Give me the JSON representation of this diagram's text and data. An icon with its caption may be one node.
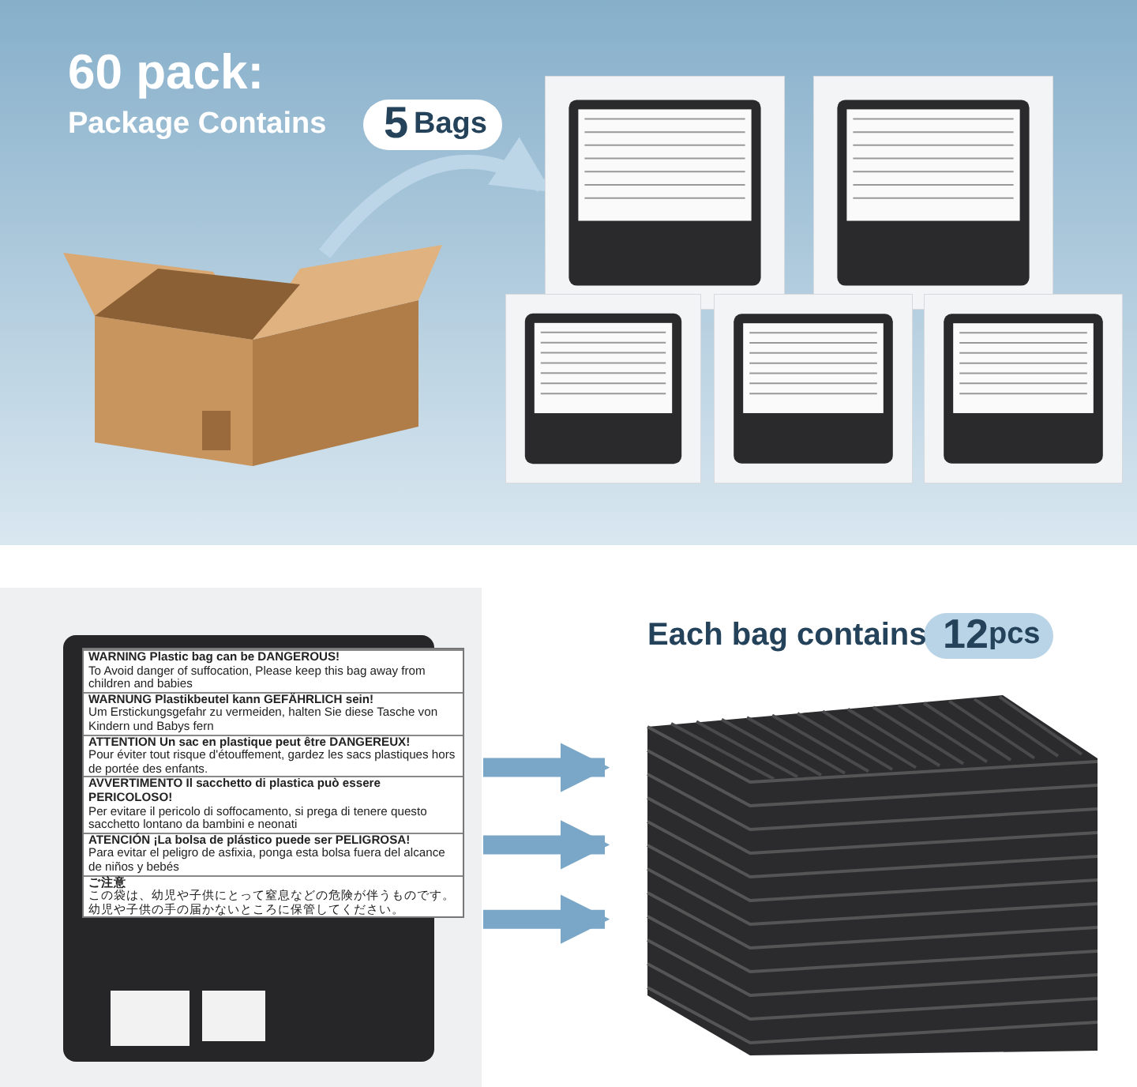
{
  "diagram": {
    "nodes": [
      {
        "text": [],
        "shape": "picture"
      },
      {
        "text": [],
        "shape": "picture"
      },
      {
        "text": [],
        "shape": "picture"
      },
      {
        "text": [],
        "shape": "picture"
      },
      {
        "text": [],
        "shape": "picture"
      },
      {
        "text": [],
        "shape": "picture"
      },
      {
        "text": [],
        "shape": "picture"
      },
      {
        "text": [
          "WARNING Plastic bag can be DANGEROUS!",
          "To Avoid danger of suffocation, Please keep this bag away from children and babies",
          "WARNUNG Plastikbeutel kann GEFÄHRLICH sein!",
          "Um Erstickungsgefahr zu vermeiden, halten Sie diese Tasche von Kindern und Babys fern",
          "ATTENTION Un sac en plastique peut être DANGEREUX!",
          "Pour éviter tout risque d'étouffement, gardez les sacs plastiques hors de portée des enfants.",
          "AVVERTIMENTO Il sacchetto di plastica può essere PERICOLOSO!",
          "Per evitare il pericolo di soffocamento, si prega di tenere questo sacchetto lontano da bambini e neonati",
          "ATENCIÓN ¡La bolsa de plástico puede ser PELIGROSA!",
          "Para evitar el peligro de asfixia, ponga esta bolsa fuera del alcance de niños y bebés",
          "ご注意",
          "この袋は、幼児や子供にとって窒息などの危険が伴うものです。幼児や子供の手の届かないところに保管してください。"
        ],
        "in": 6
      },
      {
        "text": [],
        "shape": "picture"
      }
    ],
    "edges": [
      {
        "from": 0,
        "to": 1,
        "arrow": "to"
      },
      {
        "from": 6,
        "to": 8,
        "arrow": "to"
      },
      {
        "from": 6,
        "to": 8,
        "arrow": "to"
      },
      {
        "from": 6,
        "to": 8,
        "arrow": "to"
      }
    ],
    "labels": [
      "60 pack:",
      "Package Contains",
      "5",
      "Bags",
      "Each bag contains",
      "12",
      "pcs"
    ]
  }
}
